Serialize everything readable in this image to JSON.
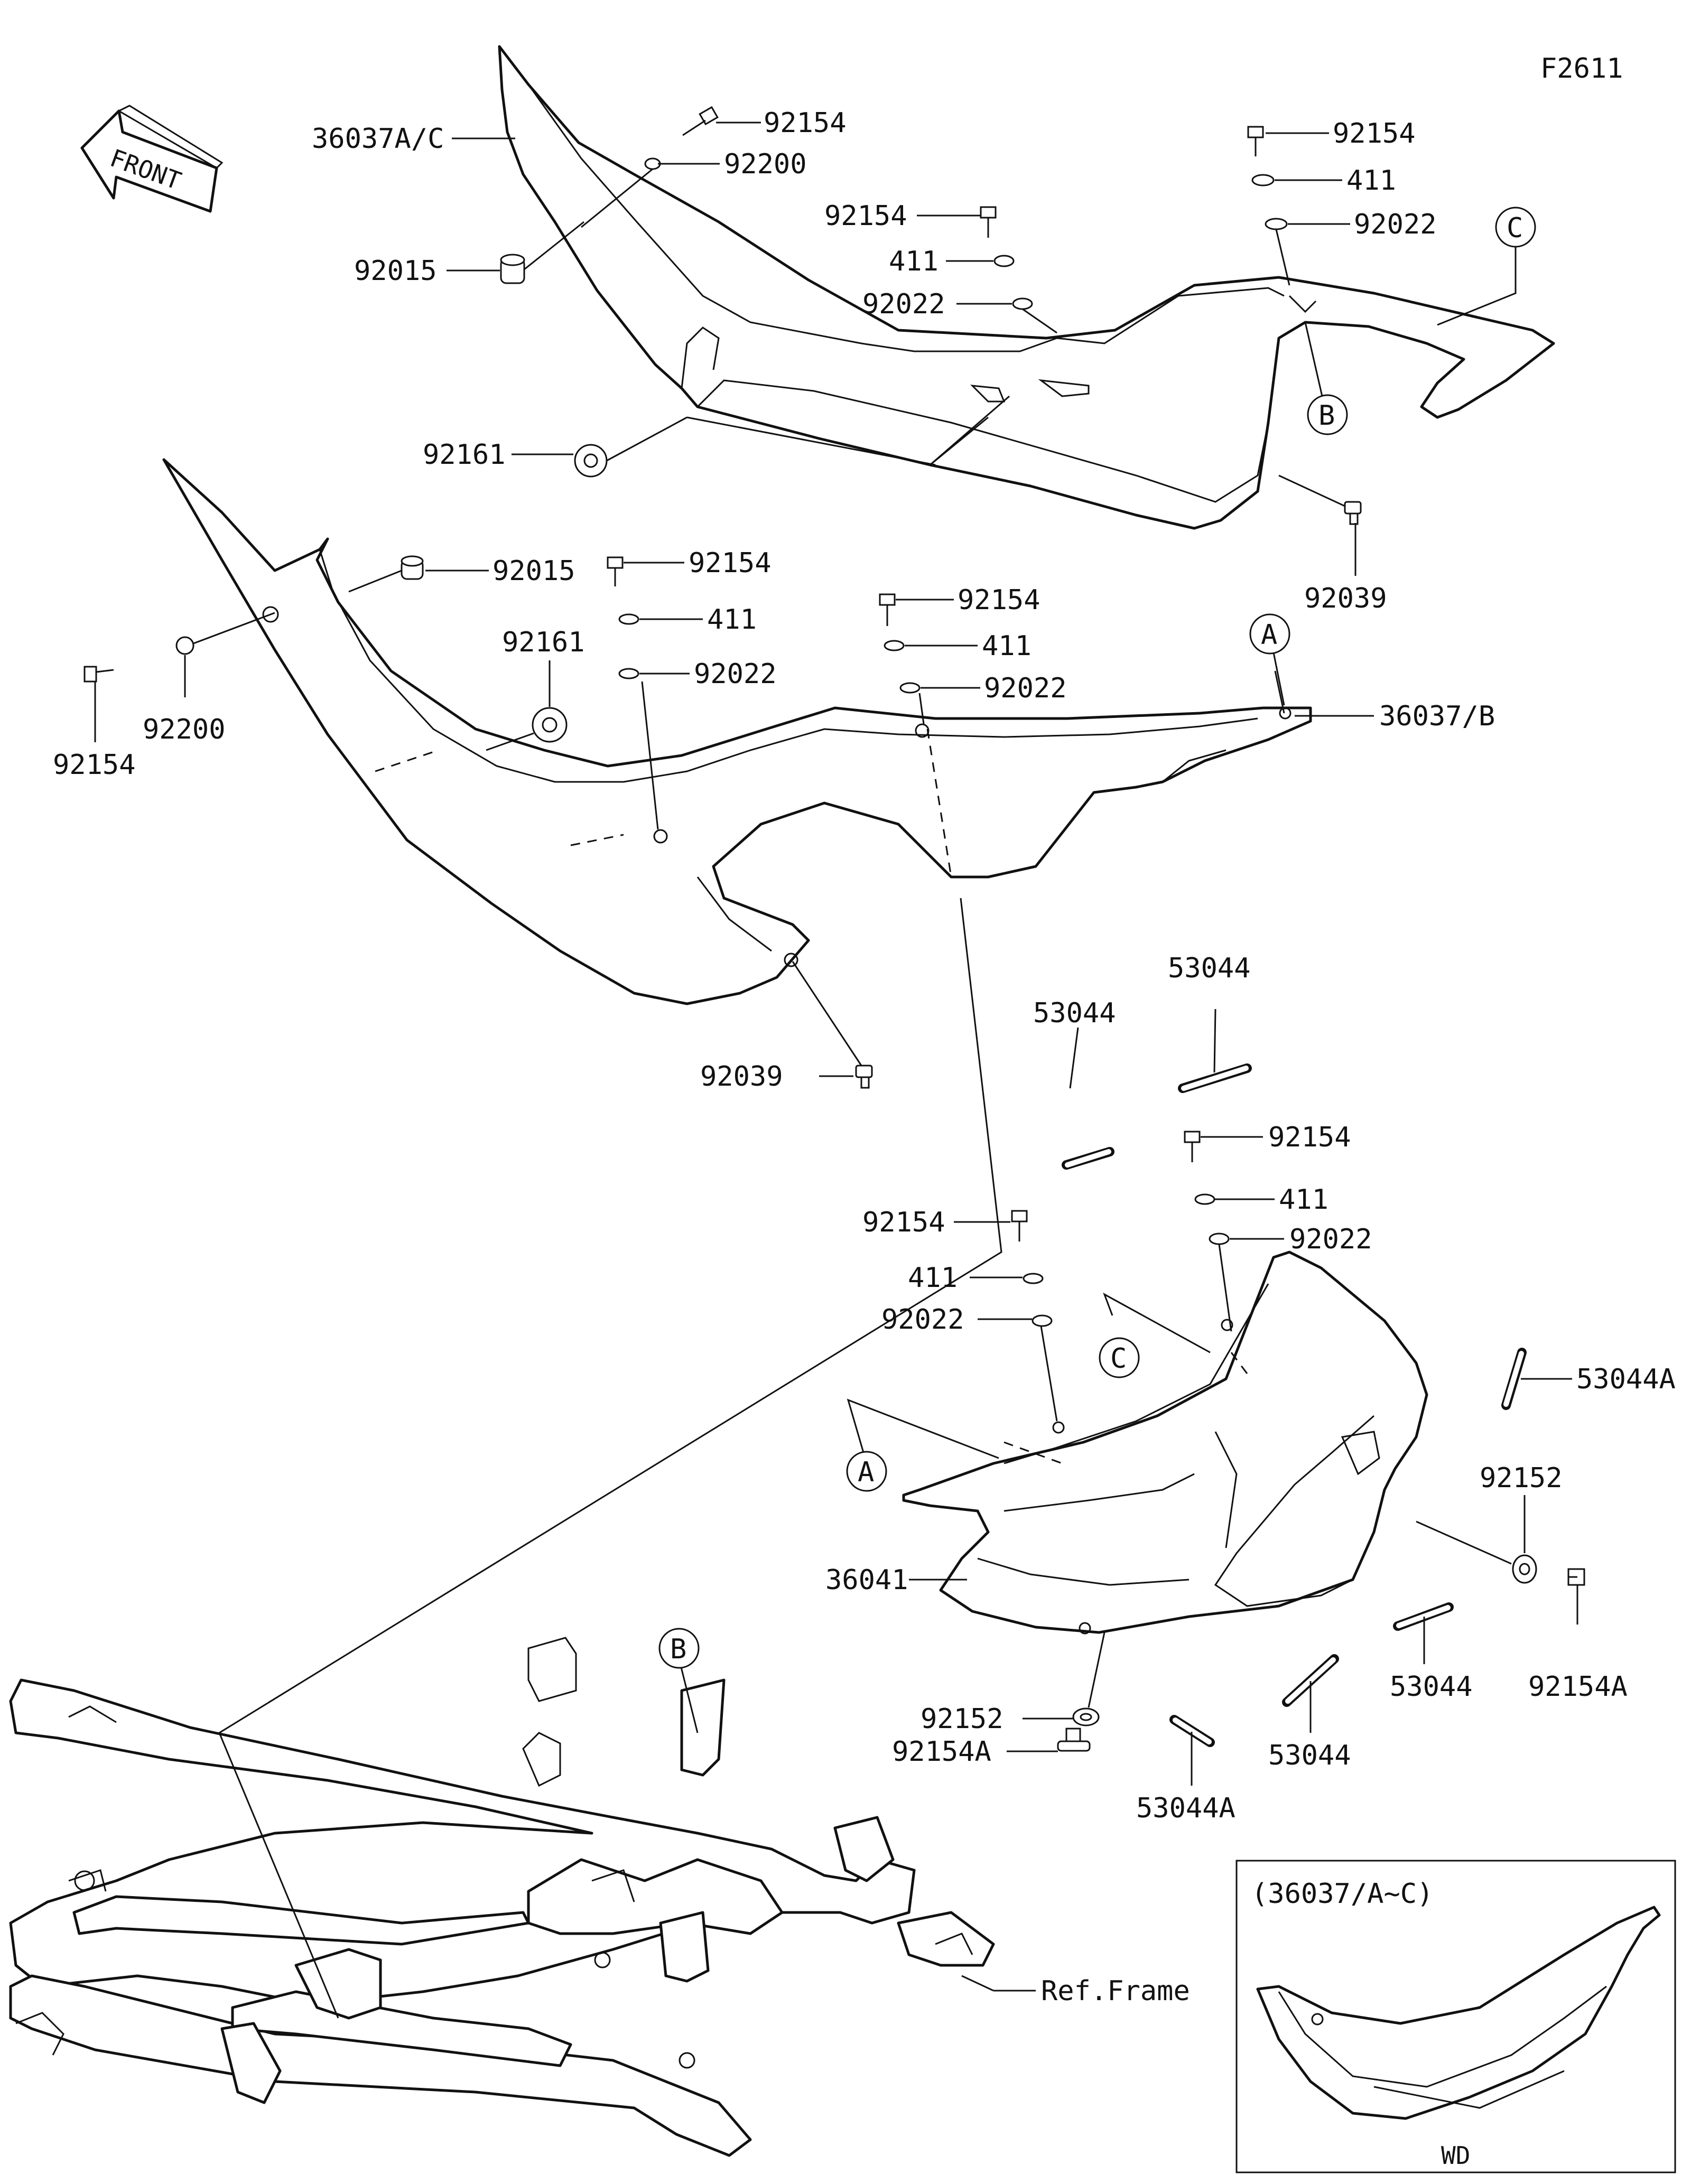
{
  "figure_code": "F2611",
  "front_arrow_text": "FRONT",
  "inset": {
    "title": "(36037/A~C)",
    "caption": "WD"
  },
  "callouts": [
    {
      "id": "c1",
      "text": "36037A/C"
    },
    {
      "id": "c2",
      "text": "92154"
    },
    {
      "id": "c3",
      "text": "92200"
    },
    {
      "id": "c4",
      "text": "92015"
    },
    {
      "id": "c5",
      "text": "92154"
    },
    {
      "id": "c6",
      "text": "411"
    },
    {
      "id": "c7",
      "text": "92022"
    },
    {
      "id": "c8",
      "text": "92154"
    },
    {
      "id": "c9",
      "text": "411"
    },
    {
      "id": "c10",
      "text": "92022"
    },
    {
      "id": "c11",
      "text": "92161"
    },
    {
      "id": "c12",
      "text": "92039"
    },
    {
      "id": "c13",
      "text": "92015"
    },
    {
      "id": "c14",
      "text": "92154"
    },
    {
      "id": "c15",
      "text": "411"
    },
    {
      "id": "c16",
      "text": "92022"
    },
    {
      "id": "c17",
      "text": "92154"
    },
    {
      "id": "c18",
      "text": "411"
    },
    {
      "id": "c19",
      "text": "92022"
    },
    {
      "id": "c20",
      "text": "92161"
    },
    {
      "id": "c21",
      "text": "92154"
    },
    {
      "id": "c22",
      "text": "92200"
    },
    {
      "id": "c23",
      "text": "36037/B"
    },
    {
      "id": "c24",
      "text": "92039"
    },
    {
      "id": "c25",
      "text": "53044"
    },
    {
      "id": "c26",
      "text": "53044"
    },
    {
      "id": "c27",
      "text": "92154"
    },
    {
      "id": "c28",
      "text": "411"
    },
    {
      "id": "c29",
      "text": "92022"
    },
    {
      "id": "c30",
      "text": "92154"
    },
    {
      "id": "c31",
      "text": "411"
    },
    {
      "id": "c32",
      "text": "92022"
    },
    {
      "id": "c33",
      "text": "53044A"
    },
    {
      "id": "c34",
      "text": "92152"
    },
    {
      "id": "c35",
      "text": "36041"
    },
    {
      "id": "c36",
      "text": "92154A"
    },
    {
      "id": "c37",
      "text": "92152"
    },
    {
      "id": "c38",
      "text": "92154A"
    },
    {
      "id": "c39",
      "text": "53044"
    },
    {
      "id": "c40",
      "text": "53044"
    },
    {
      "id": "c41",
      "text": "53044A"
    },
    {
      "id": "c42",
      "text": "Ref.Frame"
    }
  ],
  "ref_markers": [
    {
      "id": "m1",
      "text": "C"
    },
    {
      "id": "m2",
      "text": "B"
    },
    {
      "id": "m3",
      "text": "A"
    },
    {
      "id": "m4",
      "text": "C"
    },
    {
      "id": "m5",
      "text": "A"
    },
    {
      "id": "m6",
      "text": "B"
    }
  ]
}
